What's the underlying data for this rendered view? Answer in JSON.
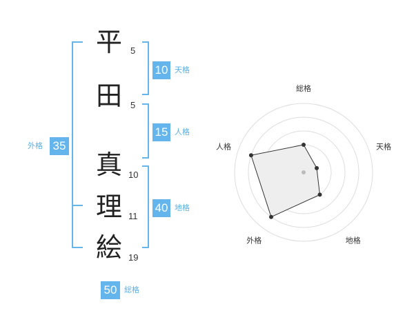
{
  "name": {
    "chars": [
      {
        "char": "平",
        "strokes": "5"
      },
      {
        "char": "田",
        "strokes": "5"
      },
      {
        "char": "真",
        "strokes": "10"
      },
      {
        "char": "理",
        "strokes": "11"
      },
      {
        "char": "絵",
        "strokes": "19"
      }
    ]
  },
  "kakusu": {
    "tenkaku": {
      "value": "10",
      "label": "天格"
    },
    "jinkaku": {
      "value": "15",
      "label": "人格"
    },
    "chikaku": {
      "value": "40",
      "label": "地格"
    },
    "gaikaku": {
      "value": "35",
      "label": "外格"
    },
    "soukaku": {
      "value": "50",
      "label": "総格"
    }
  },
  "chart_data": {
    "type": "radar",
    "axes": [
      "総格",
      "天格",
      "地格",
      "外格",
      "人格"
    ],
    "values": [
      2,
      1,
      2,
      4,
      4
    ],
    "rmax": 5,
    "rings": 5
  },
  "colors": {
    "accent": "#64b5ec",
    "ring": "#dddddd",
    "fill": "#eeeeee"
  }
}
